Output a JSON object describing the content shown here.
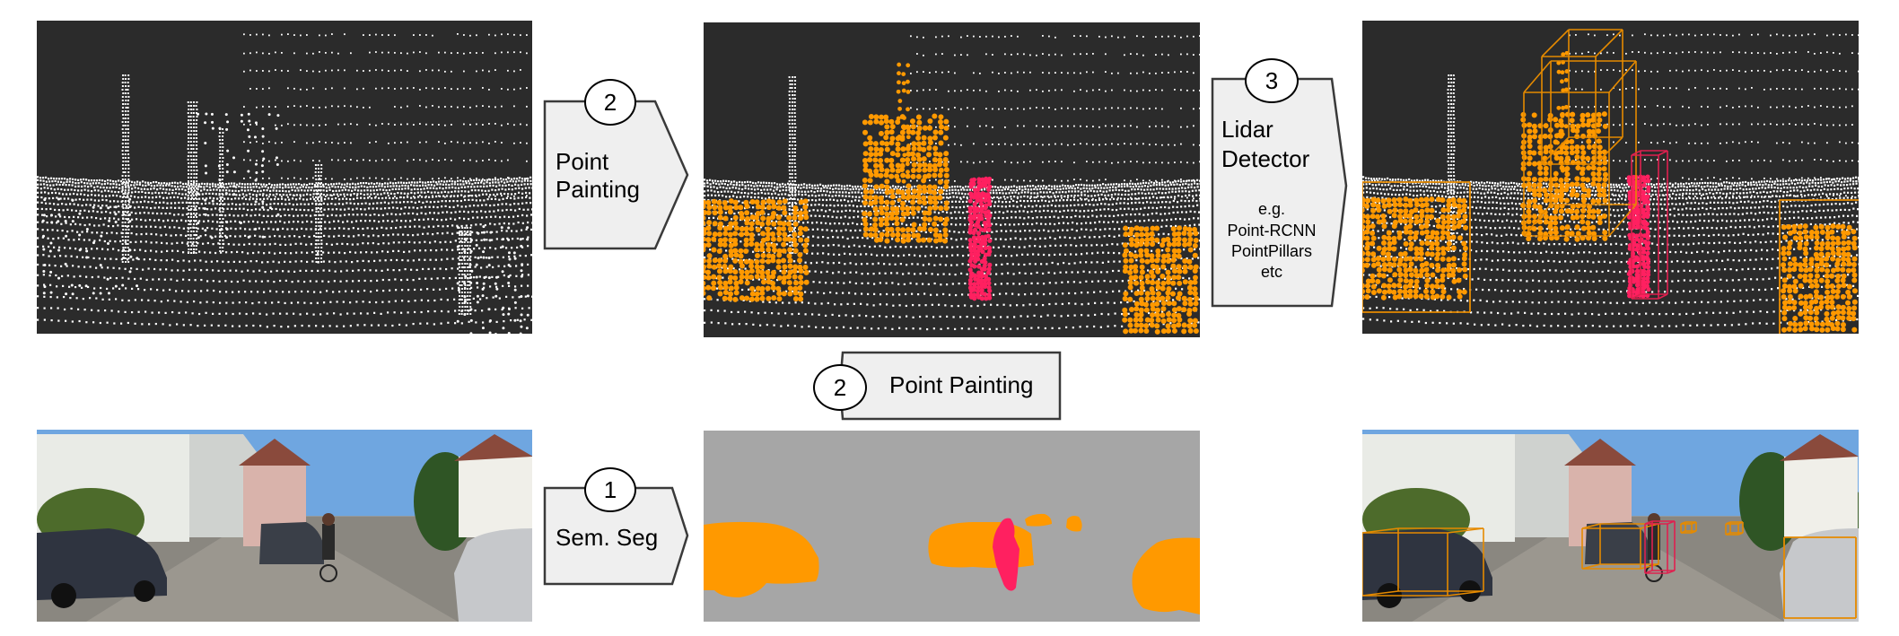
{
  "colors": {
    "lidar_bg": "#2b2b2b",
    "lidar_points": "#ffffff",
    "car_painted": "#ff9900",
    "pedestrian_painted": "#ff2060",
    "seg_background": "#a6a6a6",
    "box_fill": "#efefef",
    "box_stroke": "#3a3a3a"
  },
  "steps": {
    "step1": {
      "number": "1",
      "label": "Sem. Seg"
    },
    "step2_top": {
      "number": "2",
      "label_line1": "Point",
      "label_line2": "Painting"
    },
    "step2_mid": {
      "number": "2",
      "label": "Point Painting"
    },
    "step3": {
      "number": "3",
      "label_line1": "Lidar",
      "label_line2": "Detector",
      "examples": [
        "e.g.",
        "Point-RCNN",
        "PointPillars",
        "etc"
      ]
    }
  },
  "panels": {
    "raw_lidar": "lidar-point-cloud",
    "painted_lidar": "painted-point-cloud",
    "detections_lidar": "3d-detections-point-cloud",
    "camera_image": "camera-image",
    "segmentation": "semantic-segmentation-mask",
    "camera_detections": "camera-image-with-3d-boxes"
  }
}
